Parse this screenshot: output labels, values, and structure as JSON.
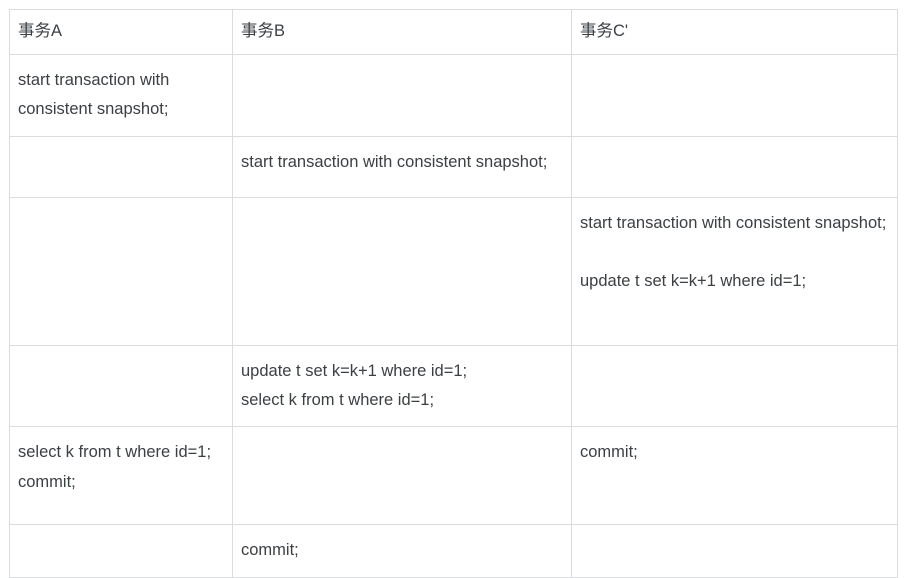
{
  "table": {
    "headers": [
      {
        "label": "事务A"
      },
      {
        "label": "事务B"
      },
      {
        "label": "事务C'"
      }
    ],
    "rows": [
      {
        "a": "start transaction with consistent snapshot;",
        "b": "",
        "c": ""
      },
      {
        "a": "",
        "b": "start transaction with consistent snapshot;",
        "c": ""
      },
      {
        "a": "",
        "b": "",
        "c": "start transaction with consistent snapshot;\n\nupdate t set k=k+1 where id=1;"
      },
      {
        "a": "",
        "b": "update t set k=k+1 where id=1;\nselect k from t where id=1;",
        "c": ""
      },
      {
        "a": "select k from t where id=1;\ncommit;",
        "b": "",
        "c": "commit;"
      },
      {
        "a": "",
        "b": "commit;",
        "c": ""
      }
    ]
  },
  "colors": {
    "border": "#dadce0",
    "text": "#3c4043",
    "background": "#ffffff"
  }
}
